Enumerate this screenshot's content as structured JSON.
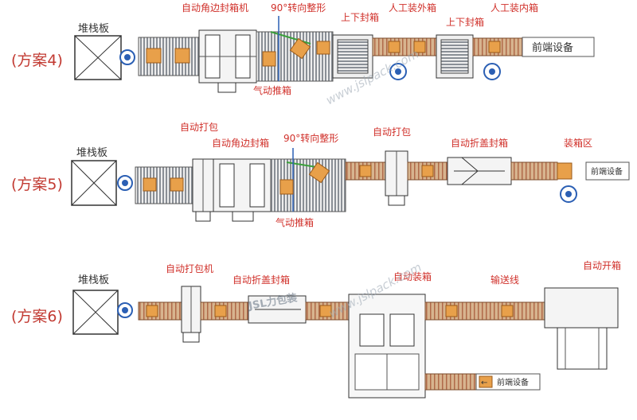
{
  "colors": {
    "label": "#d0302a",
    "box": "#e8a04a",
    "conveyor": "#7a7f86",
    "roller": "#c9a882",
    "blue": "#2b5fb4",
    "green": "#3aa03a"
  },
  "watermarks": [
    "www.jslpack.com",
    "www.jslpack.com"
  ],
  "watermark_logo": "JSL力包装",
  "scheme4": {
    "title": "(方案4)",
    "pallet": "堆栈板",
    "corner_sealer": "自动角边封箱机",
    "turn90": "90°转向整形",
    "pusher": "气动推箱",
    "top_bottom_sealer_1": "上下封箱",
    "manual_outer": "人工装外箱",
    "top_bottom_sealer_2": "上下封箱",
    "manual_inner": "人工装内箱",
    "front_device": "前端设备"
  },
  "scheme5": {
    "title": "(方案5)",
    "pallet": "堆栈板",
    "strapper": "自动打包",
    "corner_sealer": "自动角边封箱",
    "turn90": "90°转向整形",
    "pusher": "气动推箱",
    "strapper2": "自动打包",
    "flap_sealer": "自动折盖封箱",
    "packing_area": "装箱区",
    "front_device": "前端设备"
  },
  "scheme6": {
    "title": "(方案6)",
    "pallet": "堆栈板",
    "strapper": "自动打包机",
    "flap_sealer": "自动折盖封箱",
    "auto_packer": "自动装箱",
    "conveyor": "输送线",
    "erector": "自动开箱",
    "front_device": "前端设备"
  }
}
